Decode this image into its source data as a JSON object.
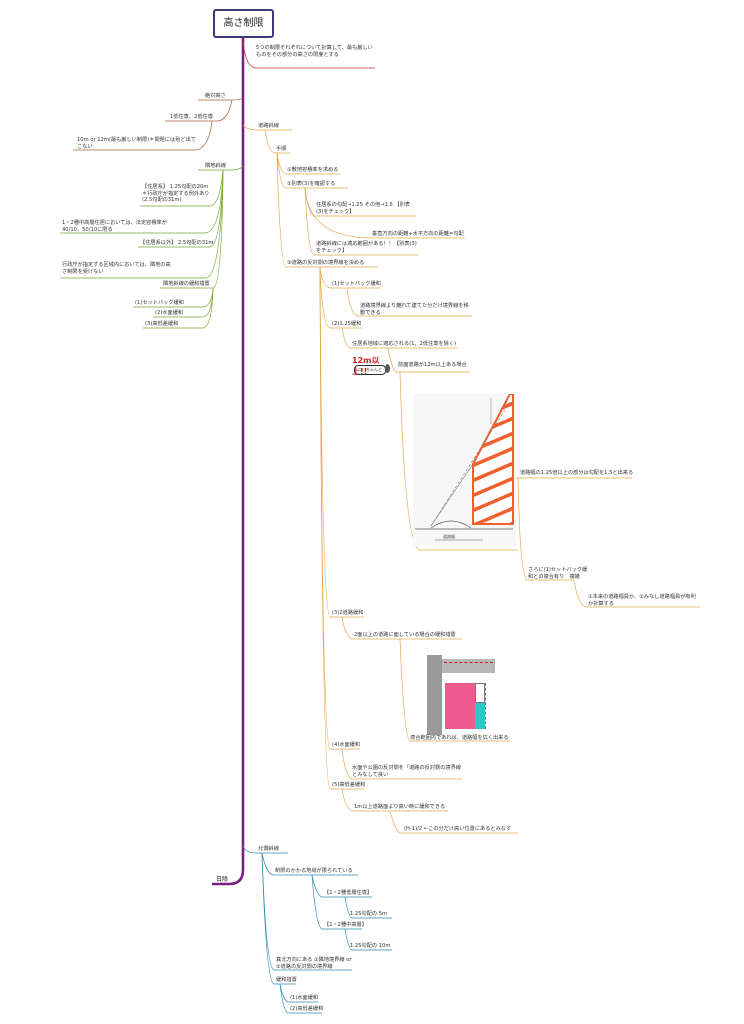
{
  "root": "高さ制限",
  "intro": "5つの制限それぞれについて計算して、最も厳しいものをその部分の高さの限度とする",
  "absolute": {
    "title": "絶対高さ",
    "item1": "1低住専、2低住専",
    "item2": "10m or 12m(最も厳しい制限)＊問題には殆ど出てこない"
  },
  "neighbor": {
    "title": "隣地斜線",
    "item1": "【住居系】 1.25勾配の20m＊行政庁が指定する例外あり(2.5勾配の31m)",
    "item2": "1・2種中高層住居においては、法定容積率が40/10、50/10に限る",
    "item3": "【住居系以外】 2.5勾配の31m",
    "item4": "行政庁が指定する区域内においては、隣地の高さ制限を受けない",
    "relax": "隣地斜線の緩和措置",
    "relax1": "(1)セットバック緩和",
    "relax2": "(2)水面緩和",
    "relax3": "(3)高低差緩和"
  },
  "road": {
    "title": "道路斜線",
    "procedure": "手順",
    "step1": "①敷地容積率を求める",
    "step2": "②別表(3)を確認する",
    "step2a": "住居系の勾配→1.25 その他→1.5 【別表(3)をチェック】",
    "step2b": "垂直方向の距離÷水平方向の距離=勾配",
    "step2c": "道路斜線には適応範囲がある！！【別表(3)をチェック】",
    "step3": "③道路の反対側の境界線を決める",
    "sb": "(1)セットバック緩和",
    "sb1": "道路境界線より離れて建てた分だけ境界線を移動できる",
    "r125": "(2)1.25緩和",
    "r125a": "住居系地域に適応される(1、2低住専を除く)",
    "r125b": "前面道路が12m以上ある場合",
    "sticker": "12m以上!!",
    "sticker2": "つ…ちゃんと",
    "r125c": "道路幅の1.25倍以上の部分は勾配を1.5と出来る",
    "r125d": "さらに(1)セットバック緩和との複合有り　複雑",
    "r125e": "①本来の道路幅員か、②みなし道路幅員が有利か計算する",
    "fig_small": "道路幅",
    "two": "(3)2道路緩和",
    "two1": "2面以上の道路に面している場合の緩和措置",
    "two2": "適合範囲内であれば、道路幅を広く出来る",
    "water": "(4)水面緩和",
    "water1": "水面や公園の反対側を「道路の反対側の境界線とみなして良い",
    "diff": "(5)高低差緩和",
    "diff1": "1m以上道路面より高い時に緩和できる",
    "diff2": "(H-1)/2 ←この分だけ高い位置にあるとみなす"
  },
  "north": {
    "title": "北側斜線",
    "a": "制限のかかる地域が限られている",
    "b": "【1・2種低層住専】",
    "c": "1.25勾配の 5m",
    "d": "【1・2種中高層】",
    "e": "1.25勾配の 10m",
    "f": "真北方向にある ①隣地境界線 or ②道路の反対側の境界線",
    "g": "緩和措置",
    "h": "(1)水面緩和",
    "i": "(2)高低差緩和"
  },
  "shadow": "日陰",
  "colors": {
    "trunk": "#7a1f86",
    "intro": "#d02a35",
    "absolute": "#b05c3b",
    "neighbor": "#77a82c",
    "road": "#e3a74b",
    "north": "#2d8fb0",
    "hatch": "#f0602f"
  }
}
